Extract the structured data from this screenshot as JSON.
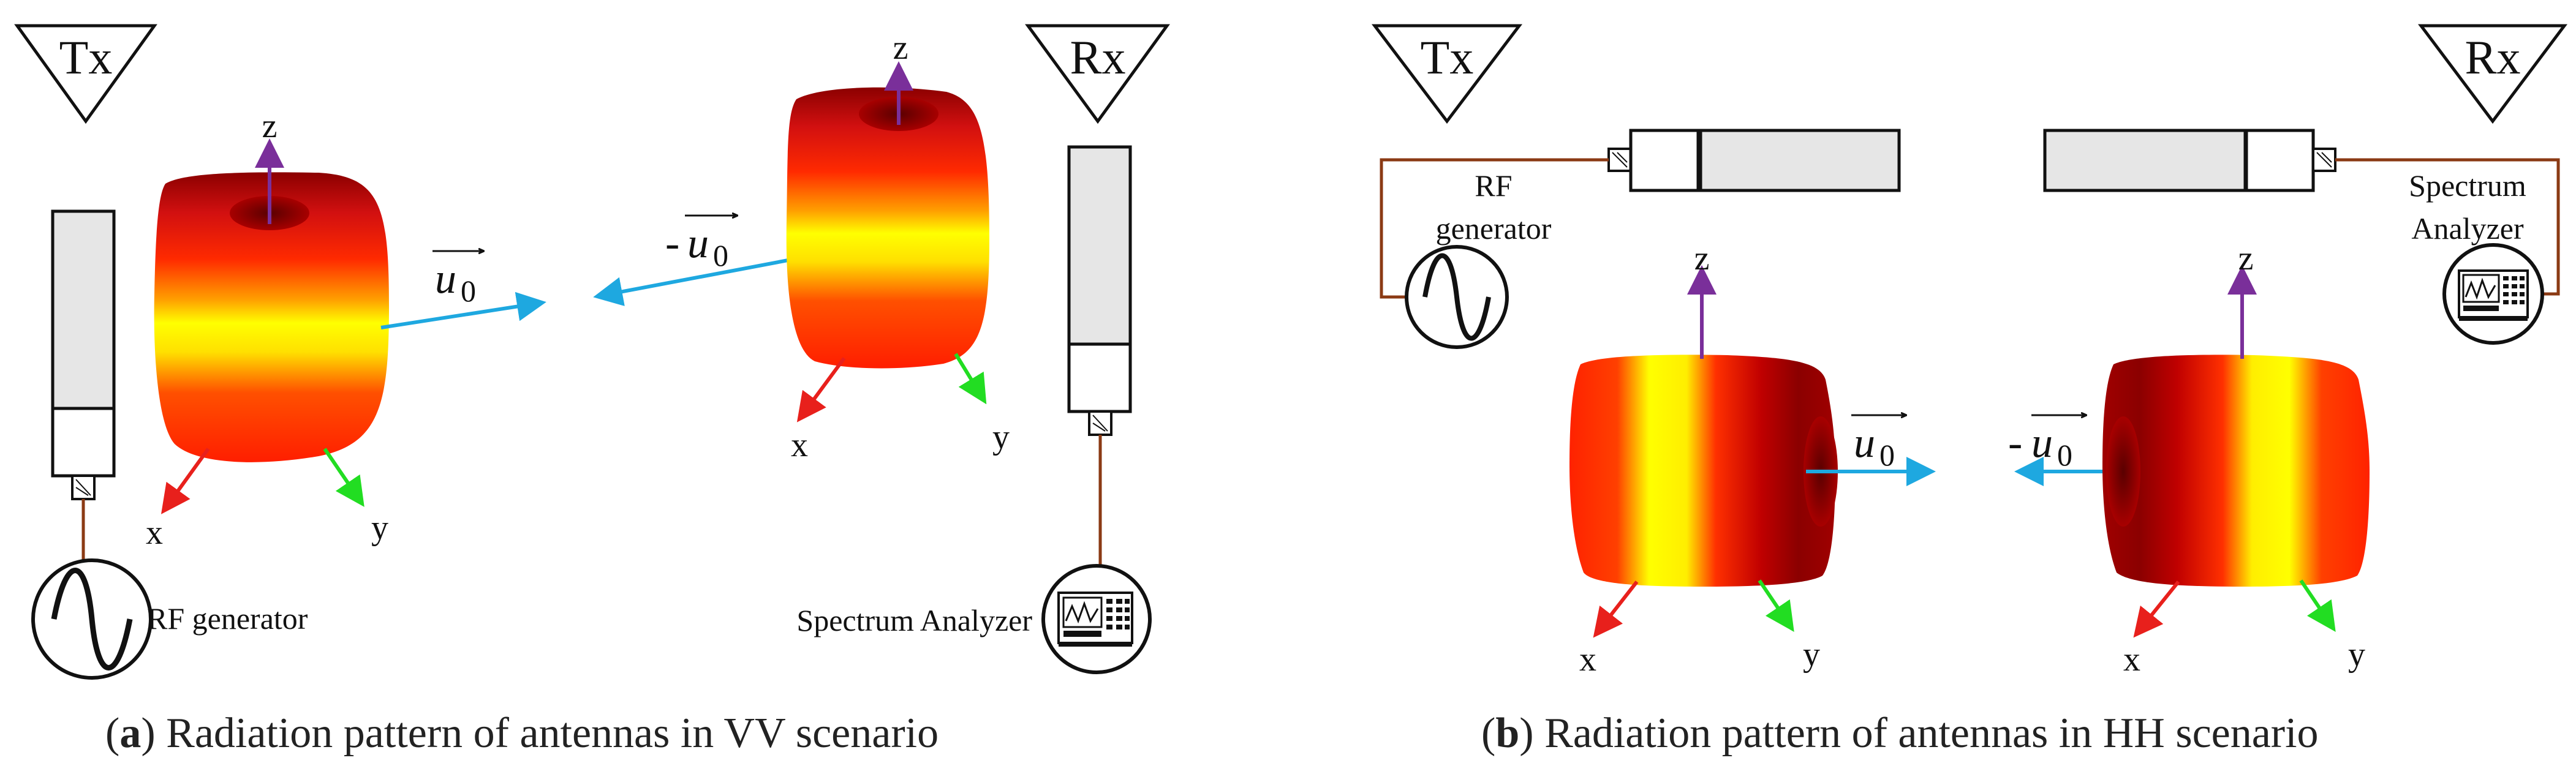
{
  "panels": {
    "a": {
      "tx_label": "Tx",
      "rx_label": "Rx",
      "generator_label": "RF generator",
      "analyzer_label": "Spectrum Analyzer",
      "tx_axes": {
        "x": "x",
        "y": "y",
        "z": "z"
      },
      "rx_axes": {
        "x": "x",
        "y": "y",
        "z": "z"
      },
      "tx_vector": "u",
      "tx_vector_sub": "0",
      "rx_vector_prefix": "-",
      "rx_vector": "u",
      "rx_vector_sub": "0",
      "caption_letter": "a",
      "caption_text": "Radiation pattern of antennas in VV scenario"
    },
    "b": {
      "tx_label": "Tx",
      "rx_label": "Rx",
      "generator_label_line1": "RF",
      "generator_label_line2": "generator",
      "analyzer_label_line1": "Spectrum",
      "analyzer_label_line2": "Analyzer",
      "tx_axes": {
        "x": "x",
        "y": "y",
        "z": "z"
      },
      "rx_axes": {
        "x": "x",
        "y": "y",
        "z": "z"
      },
      "tx_vector": "u",
      "tx_vector_sub": "0",
      "rx_vector_prefix": "-",
      "rx_vector": "u",
      "rx_vector_sub": "0",
      "caption_letter": "b",
      "caption_text": "Radiation pattern of antennas in HH scenario"
    }
  },
  "colors": {
    "axis_x": "#e8201c",
    "axis_y": "#22dd22",
    "axis_z": "#7a2f9a",
    "propagation": "#1ea8e0",
    "cable": "#8b3a14",
    "pattern_high": "#ffff00",
    "pattern_mid": "#ff2200",
    "pattern_low": "#8b0000",
    "antenna_fill": "#e6e6e6"
  }
}
